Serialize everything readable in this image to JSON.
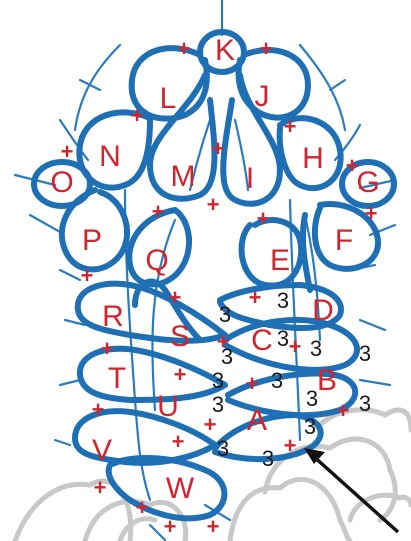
{
  "diagram": {
    "colors": {
      "loop": "#1f6fb5",
      "thread": "#2b7bbf",
      "label": "#d0252f",
      "count": "#1a1a1a",
      "ghost": "#c8c8c8",
      "arrow": "#111111"
    },
    "labels": [
      "K",
      "L",
      "J",
      "N",
      "M",
      "I",
      "H",
      "O",
      "G",
      "P",
      "Q",
      "E",
      "F",
      "R",
      "S",
      "D",
      "C",
      "T",
      "B",
      "U",
      "A",
      "V",
      "W"
    ],
    "picot_symbol": "+",
    "counts": [
      "3",
      "3",
      "3",
      "3",
      "3",
      "3",
      "3",
      "3",
      "3",
      "3",
      "3",
      "3",
      "3",
      "3"
    ]
  }
}
